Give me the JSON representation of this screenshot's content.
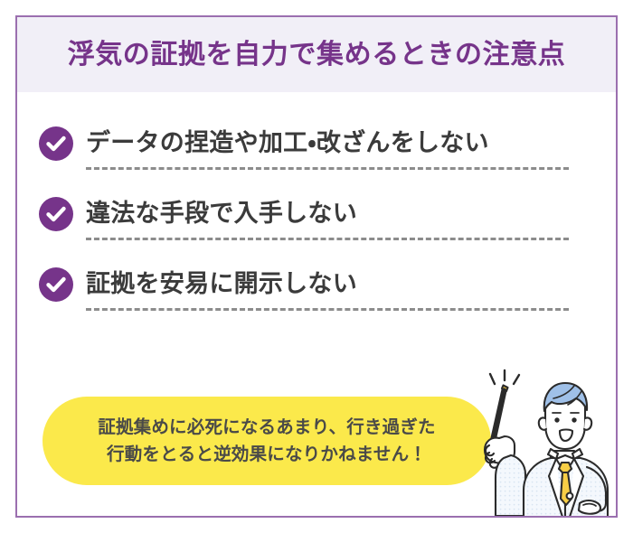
{
  "card": {
    "border_color": "#9B6FAF",
    "background": "#ffffff"
  },
  "header": {
    "title": "浮気の証拠を自力で集めるときの注意点",
    "background": "#F1EFF7",
    "text_color": "#76348A"
  },
  "checklist": {
    "icon_color": "#76348A",
    "icon_name": "check-circle-icon",
    "text_color": "#3B3B3B",
    "divider_color": "#8C8C8C",
    "items": [
      {
        "label": "データの捏造や加工・改ざんをしない"
      },
      {
        "label": "違法な手段で入手しない"
      },
      {
        "label": "証拠を安易に開示しない"
      }
    ]
  },
  "callout": {
    "background": "#FBE94B",
    "text_color": "#4A4A48",
    "lines": [
      "証拠集めに必死になるあまり、行き過ぎた",
      "行動をとると逆効果になりかねません！"
    ]
  },
  "character": {
    "description": "man-with-pointer-stick-illustration",
    "hair_color": "#9FC0E8",
    "suit_color": "#EEF3FA",
    "tie_color": "#F7CE46",
    "skin_color": "#FFFFFF",
    "outline_color": "#2B2B2B"
  }
}
